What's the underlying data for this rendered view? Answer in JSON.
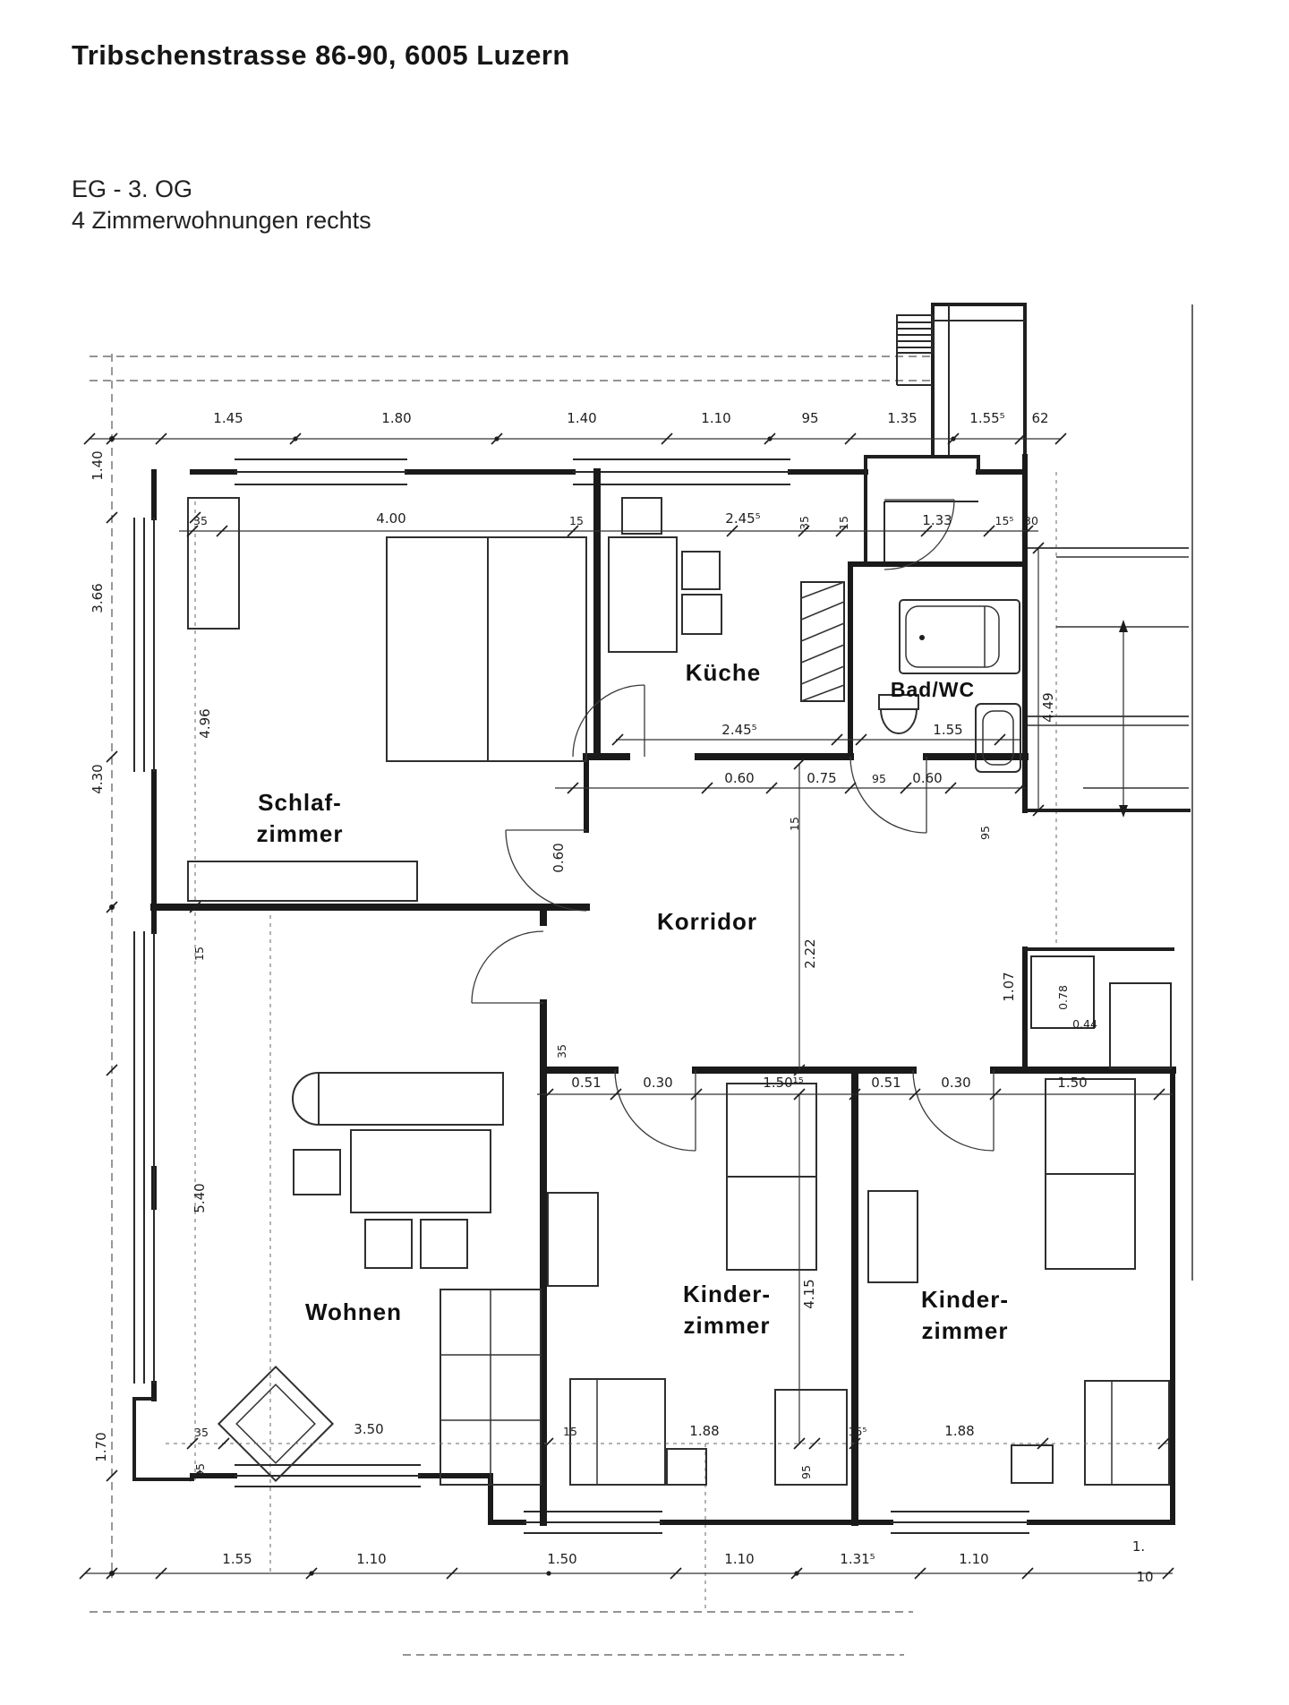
{
  "page": {
    "title": "Tribschenstrasse 86-90, 6005 Luzern",
    "floor": "EG - 3. OG",
    "apartment": "4 Zimmerwohnungen rechts"
  },
  "rooms": {
    "schlafzimmer": {
      "line1": "Schlaf-",
      "line2": "zimmer"
    },
    "kueche": {
      "label": "Küche"
    },
    "bad": {
      "label": "Bad/WC"
    },
    "korridor": {
      "label": "Korridor"
    },
    "wohnen": {
      "label": "Wohnen"
    },
    "kinder1": {
      "line1": "Kinder-",
      "line2": "zimmer"
    },
    "kinder2": {
      "line1": "Kinder-",
      "line2": "zimmer"
    }
  },
  "dims": {
    "top": [
      "1.45",
      "1.80",
      "1.40",
      "1.10",
      "95",
      "1.35",
      "1.55⁵",
      "62"
    ],
    "inner_top": [
      "35",
      "4.00",
      "15",
      "2.45⁵",
      "35",
      "15",
      "1.33",
      "15⁵",
      "30"
    ],
    "mid": [
      "2.45⁵",
      "1.55",
      "0.60",
      "0.75",
      "95",
      "0.60"
    ],
    "doors": [
      "0.51",
      "0.30",
      "1.50¹⁵",
      "0.51",
      "0.30",
      "1.50"
    ],
    "rooms_row": [
      "35",
      "3.50",
      "15",
      "1.88",
      "15⁵",
      "1.88",
      "95"
    ],
    "bottom": [
      "1.55",
      "1.10",
      "1.50",
      "1.10",
      "1.31⁵",
      "1.10",
      "1.",
      "10"
    ],
    "vertical": [
      "1.40",
      "3.66",
      "4.30",
      "1.70",
      "4.96",
      "5.40",
      "2.22",
      "1.07",
      "4.49",
      "4.15",
      "0.78",
      "0.44",
      "0.60",
      "15",
      "95",
      "15",
      "95",
      "35"
    ]
  }
}
